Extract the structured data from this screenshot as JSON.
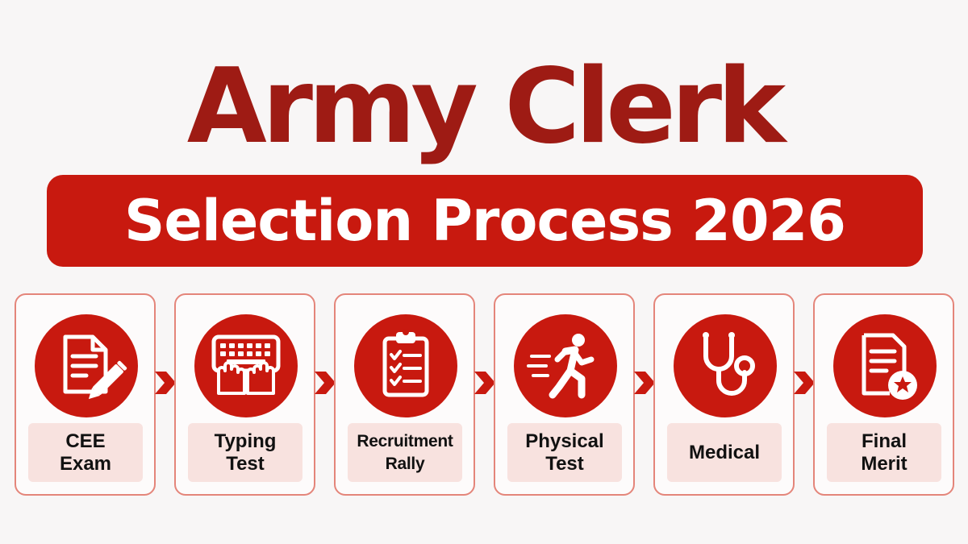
{
  "header": {
    "title": "Army Clerk",
    "subtitle": "Selection Process 2026"
  },
  "steps": [
    {
      "label": "CEE\nExam",
      "icon": "exam-document-pencil-icon"
    },
    {
      "label": "Typing\nTest",
      "icon": "keyboard-typing-hands-icon"
    },
    {
      "label": "Recruitment\nRally",
      "icon": "clipboard-checklist-icon"
    },
    {
      "label": "Physical\nTest",
      "icon": "running-person-icon"
    },
    {
      "label": "Medical",
      "icon": "stethoscope-icon"
    },
    {
      "label": "Final\nMerit",
      "icon": "merit-document-star-icon"
    }
  ],
  "colors": {
    "title": "#9e1b14",
    "accent": "#c8190f",
    "card_border": "#e4857a",
    "label_background": "#f8e2df"
  }
}
